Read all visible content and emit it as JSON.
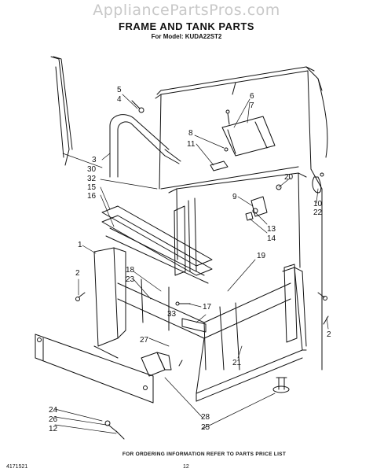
{
  "watermark": "AppliancePartsPros.com",
  "title": "FRAME AND TANK PARTS",
  "subtitle": "For Model: KUDA22ST2",
  "callouts": [
    {
      "id": "c5",
      "text": "5"
    },
    {
      "id": "c4",
      "text": "4"
    },
    {
      "id": "c6",
      "text": "6"
    },
    {
      "id": "c7",
      "text": "7"
    },
    {
      "id": "c8",
      "text": "8"
    },
    {
      "id": "c11",
      "text": "11"
    },
    {
      "id": "c3",
      "text": "3"
    },
    {
      "id": "c30",
      "text": "30"
    },
    {
      "id": "c32",
      "text": "32"
    },
    {
      "id": "c15",
      "text": "15"
    },
    {
      "id": "c16",
      "text": "16"
    },
    {
      "id": "c20",
      "text": "20"
    },
    {
      "id": "c10",
      "text": "10"
    },
    {
      "id": "c22",
      "text": "22"
    },
    {
      "id": "c9",
      "text": "9"
    },
    {
      "id": "c13",
      "text": "13"
    },
    {
      "id": "c14",
      "text": "14"
    },
    {
      "id": "c1",
      "text": "1"
    },
    {
      "id": "c19",
      "text": "19"
    },
    {
      "id": "c2a",
      "text": "2"
    },
    {
      "id": "c18",
      "text": "18"
    },
    {
      "id": "c23",
      "text": "23"
    },
    {
      "id": "c17",
      "text": "17"
    },
    {
      "id": "c33",
      "text": "33"
    },
    {
      "id": "c2b",
      "text": "2"
    },
    {
      "id": "c27",
      "text": "27"
    },
    {
      "id": "c21",
      "text": "21"
    },
    {
      "id": "c24",
      "text": "24"
    },
    {
      "id": "c26",
      "text": "26"
    },
    {
      "id": "c12",
      "text": "12"
    },
    {
      "id": "c28",
      "text": "28"
    },
    {
      "id": "c25",
      "text": "25"
    }
  ],
  "footer": {
    "ordering_note": "FOR ORDERING INFORMATION REFER TO PARTS PRICE LIST",
    "document_number": "4171521",
    "page_number": "12"
  }
}
